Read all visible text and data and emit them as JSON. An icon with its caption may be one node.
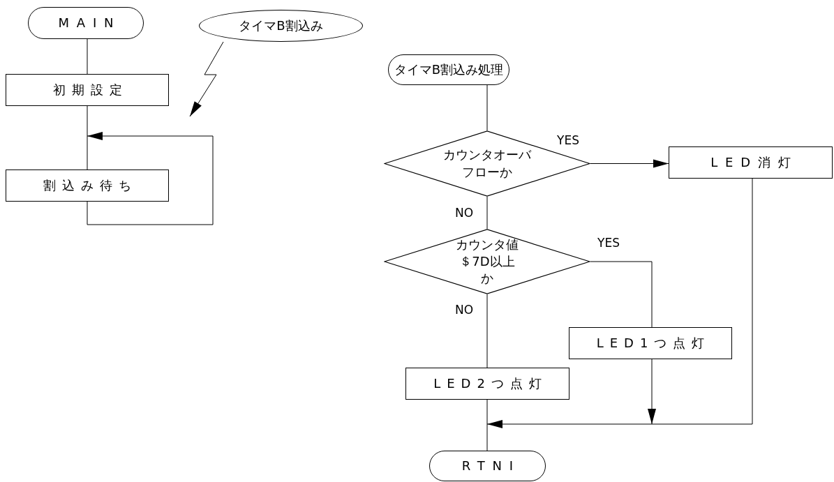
{
  "diagram": {
    "nodes": [
      {
        "text": [
          "MAIN"
        ]
      },
      {
        "text": [
          "タイマB割込み"
        ]
      },
      {
        "text": [
          "初期設定"
        ]
      },
      {
        "text": [
          "割込み待ち"
        ]
      },
      {
        "text": [
          "タイマB割込み処理"
        ]
      },
      {
        "text": [
          "カウンタオーバフローか"
        ]
      },
      {
        "text": [
          "カウンタ値＄7D以上か"
        ]
      },
      {
        "text": [
          "LED消灯"
        ]
      },
      {
        "text": [
          "LED1つ点灯"
        ]
      },
      {
        "text": [
          "LED2つ点灯"
        ]
      },
      {
        "text": [
          "RTNI"
        ]
      }
    ],
    "edges": [
      {
        "from": 0,
        "to": 2,
        "arrow": "none"
      },
      {
        "from": 2,
        "to": 3,
        "arrow": "none"
      },
      {
        "from": 3,
        "to": null,
        "arrow": "to"
      },
      {
        "from": 1,
        "to": null,
        "arrow": "to"
      },
      {
        "from": 4,
        "to": 5,
        "arrow": "none"
      },
      {
        "from": 5,
        "to": 7,
        "arrow": "to",
        "label": "YES"
      },
      {
        "from": 5,
        "to": 6,
        "arrow": "none",
        "label": "NO"
      },
      {
        "from": 6,
        "to": 8,
        "arrow": "none",
        "label": "YES"
      },
      {
        "from": 6,
        "to": 9,
        "arrow": "none",
        "label": "NO"
      },
      {
        "from": 9,
        "to": 10,
        "arrow": "none"
      },
      {
        "from": 8,
        "to": null,
        "arrow": "to"
      },
      {
        "from": 7,
        "to": null,
        "arrow": "to"
      }
    ]
  }
}
